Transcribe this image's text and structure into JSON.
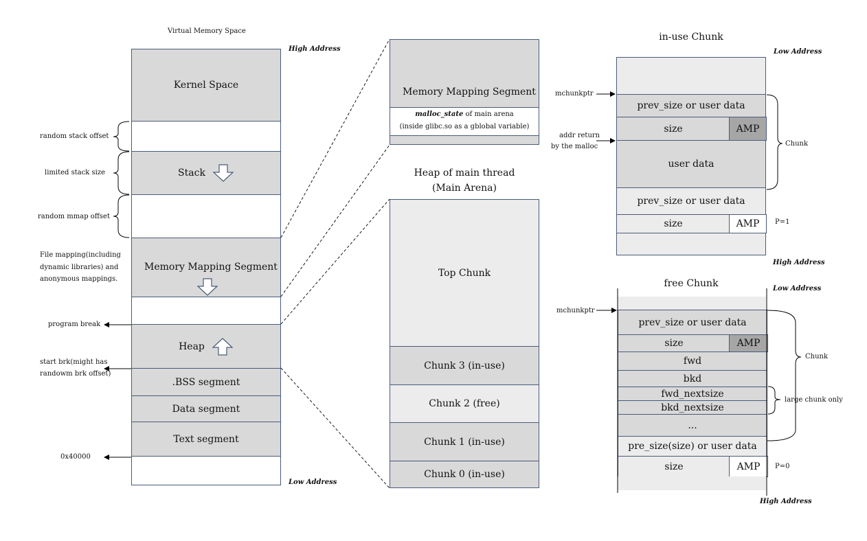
{
  "vms": {
    "title": "Virtual Memory Space",
    "high_address": "High Address",
    "low_address": "Low Address",
    "kernel": "Kernel Space",
    "stack": "Stack",
    "mms": "Memory Mapping Segment",
    "heap": "Heap",
    "bss": ".BSS segment",
    "data": "Data segment",
    "text": "Text segment",
    "labels": {
      "random_stack_offset": "random stack offset",
      "limited_stack_size": "limited stack size",
      "random_mmap_offset": "random mmap offset",
      "file_mapping_1": "File mapping(including",
      "file_mapping_2": "dynamic libraries) and",
      "file_mapping_3": "anonymous mappings.",
      "program_break": "program break",
      "start_brk_1": "start brk(might has",
      "start_brk_2": "randowm brk offset)",
      "addr_0x40000": "0x40000"
    }
  },
  "mid": {
    "mms": "Memory Mapping Segment",
    "malloc_state_italic": "malloc_state",
    "malloc_state_rest": " of main arena",
    "malloc_state_line2": "(inside glibc.so as a gblobal variable)",
    "heap_title_1": "Heap of main thread",
    "heap_title_2": "(Main Arena)",
    "top_chunk": "Top Chunk",
    "chunk3": "Chunk 3 (in-use)",
    "chunk2": "Chunk 2 (free)",
    "chunk1": "Chunk 1 (in-use)",
    "chunk0": "Chunk 0 (in-use)"
  },
  "inuse": {
    "title": "in-use Chunk",
    "low_address": "Low Address",
    "high_address": "High Address",
    "mchunkptr": "mchunkptr",
    "addr_return_1": "addr return",
    "addr_return_2": "by the malloc",
    "prev_size": "prev_size or user data",
    "size": "size",
    "amp": "AMP",
    "user_data": "user data",
    "prev_size2": "prev_size or user data",
    "size2": "size",
    "amp2": "AMP",
    "chunk_label": "Chunk",
    "p_flag": "P=1"
  },
  "free": {
    "title": "free Chunk",
    "low_address": "Low Address",
    "high_address": "High Address",
    "mchunkptr": "mchunkptr",
    "prev_size": "prev_size or user data",
    "size": "size",
    "amp": "AMP",
    "fwd": "fwd",
    "bkd": "bkd",
    "fwd_nextsize": "fwd_nextsize",
    "bkd_nextsize": "bkd_nextsize",
    "ellipsis": "...",
    "pre_size": "pre_size(size) or user data",
    "size2": "size",
    "amp2": "AMP",
    "chunk_label": "Chunk",
    "large_only": "large chunk only",
    "p_flag": "P=0"
  }
}
